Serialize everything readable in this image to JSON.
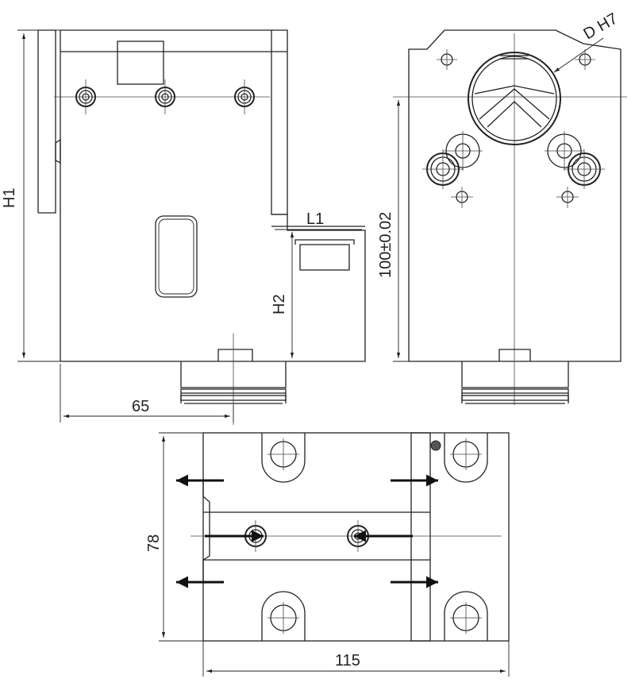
{
  "drawing": {
    "dimensions": {
      "h1": "H1",
      "h2": "H2",
      "l1": "L1",
      "d_h7": "D H7",
      "height_100": "100±0.02",
      "width_65": "65",
      "height_78": "78",
      "width_115": "115"
    }
  }
}
